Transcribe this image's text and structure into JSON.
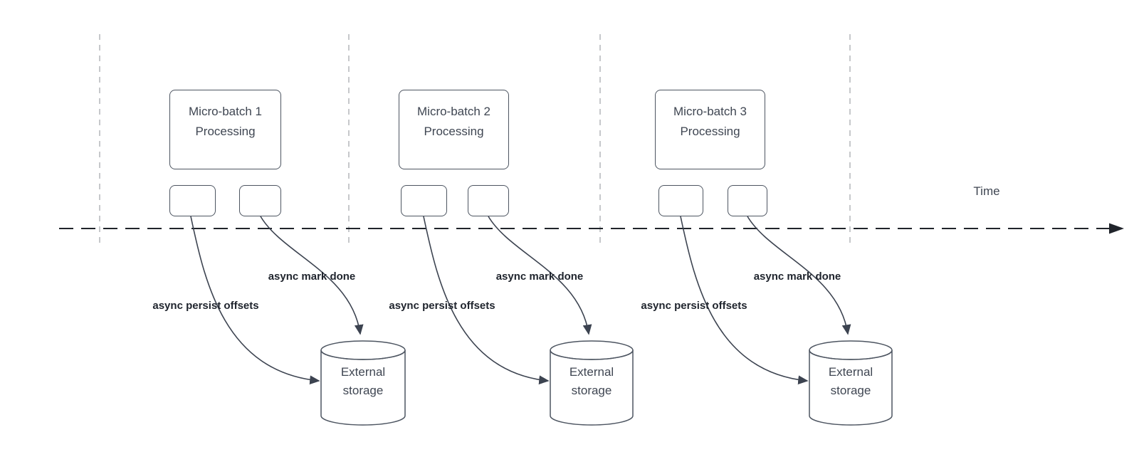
{
  "timeline": {
    "label": "Time"
  },
  "sections": [
    {
      "processing_box": {
        "line1": "Micro-batch 1",
        "line2": "Processing"
      },
      "persist_arrow_label": "async persist offsets",
      "mark_done_arrow_label": "async mark done",
      "storage": {
        "line1": "External",
        "line2": "storage"
      }
    },
    {
      "processing_box": {
        "line1": "Micro-batch 2",
        "line2": "Processing"
      },
      "persist_arrow_label": "async persist offsets",
      "mark_done_arrow_label": "async mark done",
      "storage": {
        "line1": "External",
        "line2": "storage"
      }
    },
    {
      "processing_box": {
        "line1": "Micro-batch 3",
        "line2": "Processing"
      },
      "persist_arrow_label": "async persist offsets",
      "mark_done_arrow_label": "async mark done",
      "storage": {
        "line1": "External",
        "line2": "storage"
      }
    }
  ],
  "colors": {
    "background": "#ffffff",
    "shape_stroke": "#4d5561",
    "arrow_stroke": "#3c4350",
    "axis_color": "#20242b",
    "gridline_color": "#b4b6ba",
    "box_text": "#3f4652",
    "arrow_label_text": "#20252e"
  }
}
